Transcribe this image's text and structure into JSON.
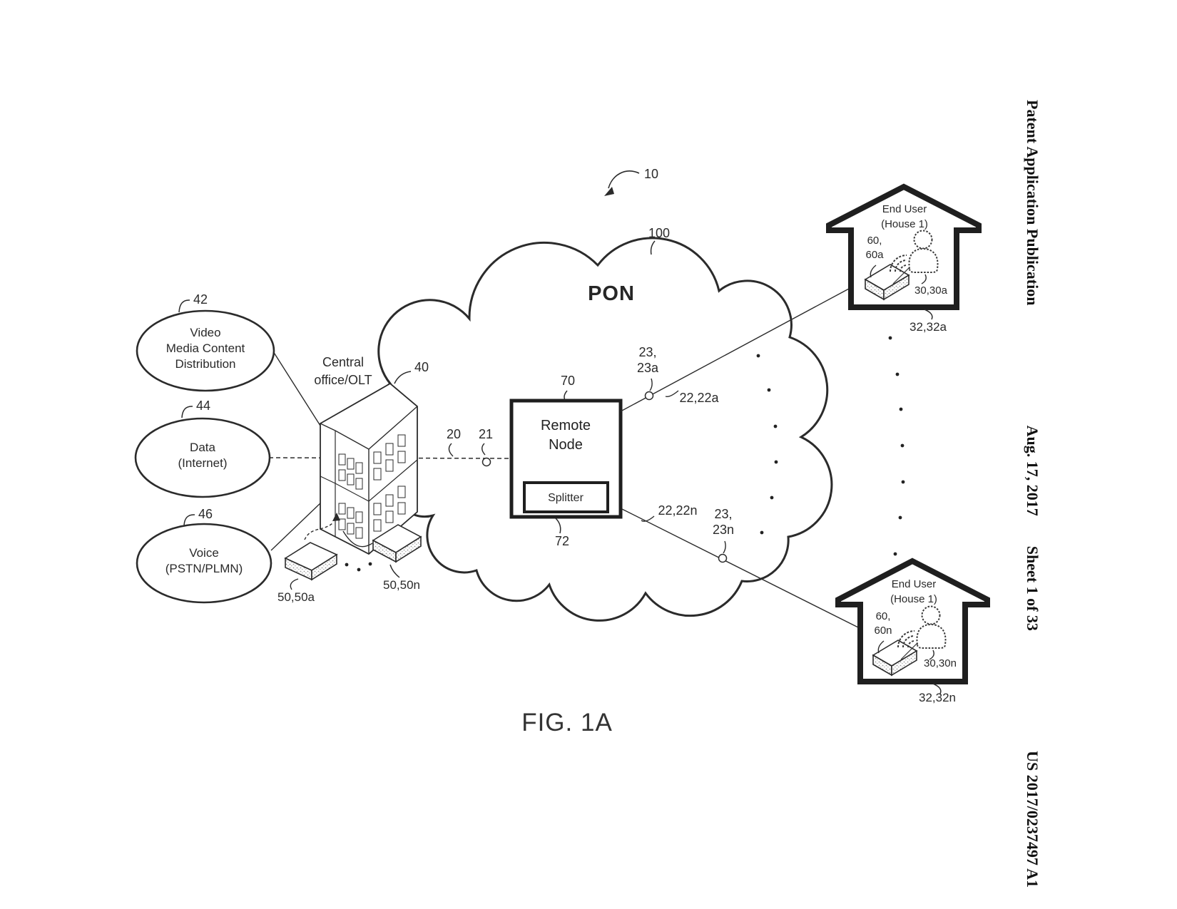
{
  "header": {
    "publication": "Patent Application Publication",
    "date": "Aug. 17, 2017",
    "sheet": "Sheet 1 of 33",
    "doc_number": "US 2017/0237497 A1"
  },
  "figure": {
    "caption": "FIG. 1A",
    "system_ref": "10",
    "cloud_label": "PON",
    "cloud_ref": "100"
  },
  "sources": {
    "video": {
      "ref": "42",
      "line1": "Video",
      "line2": "Media Content",
      "line3": "Distribution"
    },
    "data": {
      "ref": "44",
      "line1": "Data",
      "line2": "(Internet)"
    },
    "voice": {
      "ref": "46",
      "line1": "Voice",
      "line2": "(PSTN/PLMN)"
    }
  },
  "central_office": {
    "label_line1": "Central",
    "label_line2": "office/OLT",
    "ref": "40",
    "card_a_ref": "50,50a",
    "card_n_ref": "50,50n"
  },
  "feeder": {
    "ref_20": "20",
    "ref_21": "21"
  },
  "remote_node": {
    "title_line1": "Remote",
    "title_line2": "Node",
    "ref": "70",
    "splitter_label": "Splitter",
    "splitter_ref": "72"
  },
  "links": {
    "upper": {
      "fiber_ref": "22,22a",
      "port_line1": "23,",
      "port_line2": "23a"
    },
    "lower": {
      "fiber_ref": "22,22n",
      "port_line1": "23,",
      "port_line2": "23n"
    }
  },
  "houses": {
    "top": {
      "title_line1": "End User",
      "title_line2": "(House 1)",
      "onu_line1": "60,",
      "onu_line2": "60a",
      "user_ref": "30,30a",
      "house_ref": "32,32a"
    },
    "bottom": {
      "title_line1": "End User",
      "title_line2": "(House 1)",
      "onu_line1": "60,",
      "onu_line2": "60n",
      "user_ref": "30,30n",
      "house_ref": "32,32n"
    }
  },
  "colors": {
    "ink": "#222222",
    "background": "#ffffff"
  }
}
